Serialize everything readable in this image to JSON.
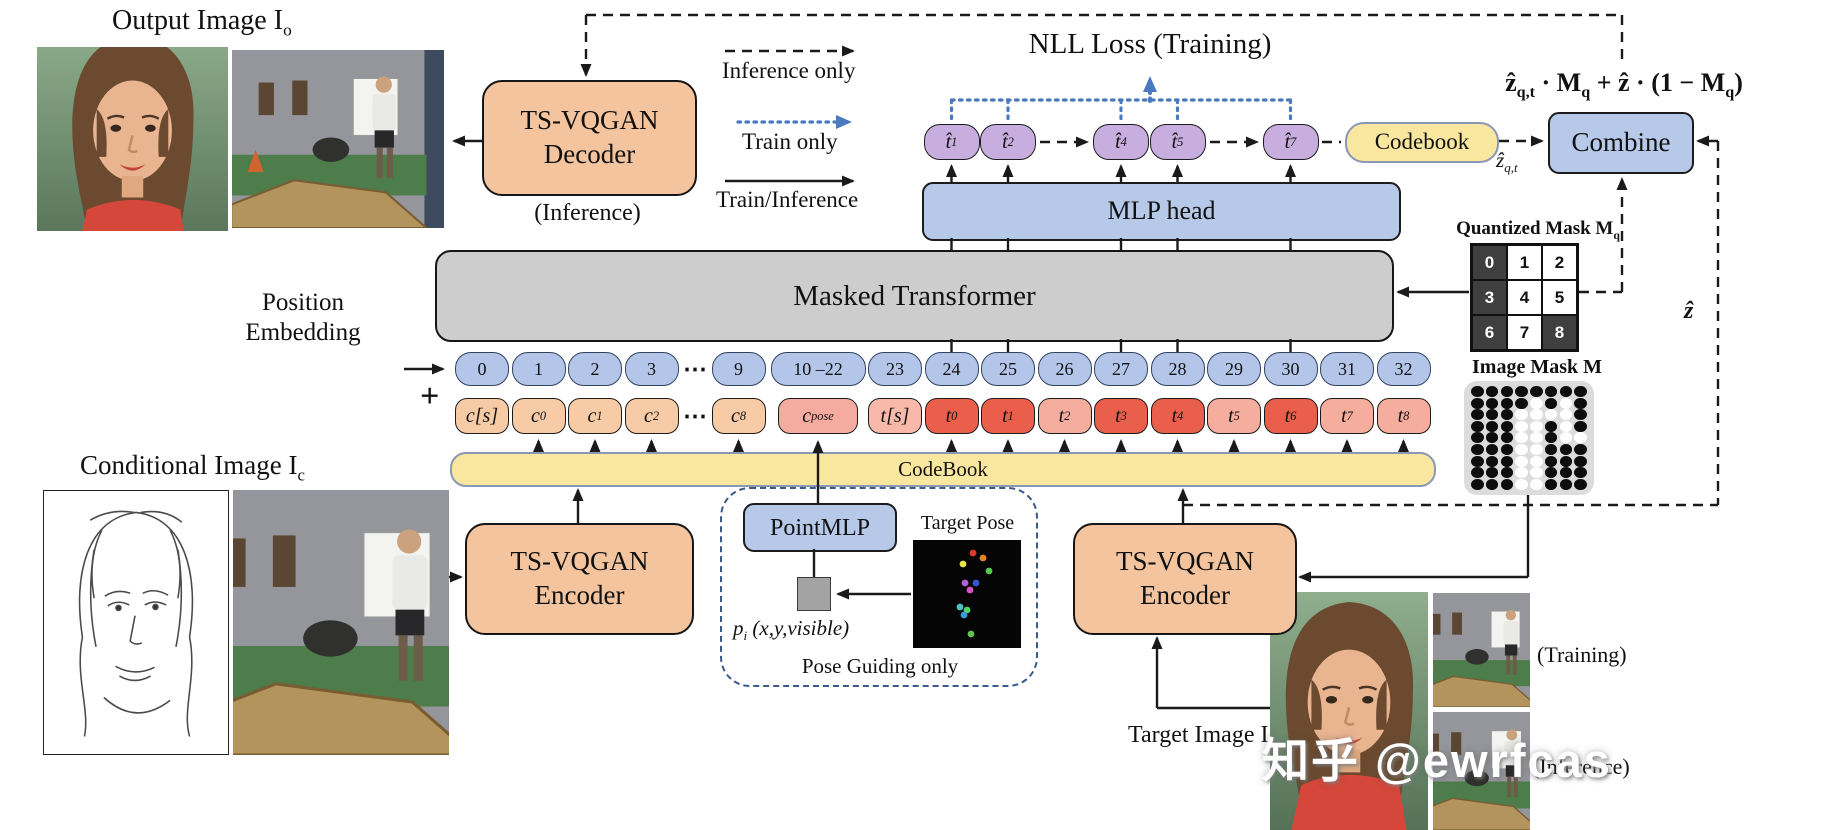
{
  "legend": {
    "inference_only": "Inference only",
    "train_only": "Train only",
    "train_inference": "Train/Inference"
  },
  "top_left": {
    "output_label": "Output Image I~o~",
    "decoder_line1": "TS-VQGAN",
    "decoder_line2": "Decoder",
    "decoder_caption": "(Inference)"
  },
  "loss": {
    "nll": "NLL Loss (Training)"
  },
  "combine_area": {
    "formula": "ẑ~q,t~ · M~q~ + ẑ · (1 − M~q~)",
    "codebook_pill": "Codebook",
    "combine": "Combine",
    "z_qt": "ẑ~q,t~",
    "z_hat": "ẑ"
  },
  "predicted_tokens": [
    "t̂~1~",
    "t̂~2~",
    "t̂~4~",
    "t̂~5~",
    "t̂~7~"
  ],
  "mlp_head": "MLP head",
  "transformer": "Masked Transformer",
  "position_row": {
    "label_line1": "Position",
    "label_line2": "Embedding",
    "plus": "+",
    "pills": [
      "0",
      "1",
      "2",
      "3",
      "⋯",
      "9",
      "10 –22",
      "23",
      "24",
      "25",
      "26",
      "27",
      "28",
      "29",
      "30",
      "31",
      "32"
    ]
  },
  "token_row": {
    "tokens": [
      {
        "label": "c[s]",
        "masked": false
      },
      {
        "label": "c~0~",
        "masked": false
      },
      {
        "label": "c~1~",
        "masked": false
      },
      {
        "label": "c~2~",
        "masked": false
      },
      {
        "label": "⋯",
        "masked": false
      },
      {
        "label": "c~8~",
        "masked": false
      },
      {
        "label": "c~pose~",
        "masked": false
      },
      {
        "label": "t[s]",
        "masked": false
      },
      {
        "label": "t~0~",
        "masked": true
      },
      {
        "label": "t~1~",
        "masked": true
      },
      {
        "label": "t~2~",
        "masked": false
      },
      {
        "label": "t~3~",
        "masked": true
      },
      {
        "label": "t~4~",
        "masked": true
      },
      {
        "label": "t~5~",
        "masked": false
      },
      {
        "label": "t~6~",
        "masked": true
      },
      {
        "label": "t~7~",
        "masked": false
      },
      {
        "label": "t~8~",
        "masked": false
      }
    ]
  },
  "codebook_bar": "CodeBook",
  "quantized_mask": {
    "title": "Quantized Mask M~q~",
    "cells": [
      {
        "v": "0",
        "dark": true
      },
      {
        "v": "1",
        "dark": false
      },
      {
        "v": "2",
        "dark": false
      },
      {
        "v": "3",
        "dark": true
      },
      {
        "v": "4",
        "dark": false
      },
      {
        "v": "5",
        "dark": false
      },
      {
        "v": "6",
        "dark": true
      },
      {
        "v": "7",
        "dark": false
      },
      {
        "v": "8",
        "dark": true
      }
    ]
  },
  "image_mask": {
    "title": "Image Mask M",
    "rows": [
      "00000000",
      "00001010",
      "00011110",
      "00011010",
      "00011011",
      "00011000",
      "00011000",
      "00011000",
      "00011000"
    ]
  },
  "pose_module": {
    "pointmlp": "PointMLP",
    "target_pose_label": "Target Pose",
    "point_label": "p~i~ (x,y,visible)",
    "caption": "Pose Guiding only"
  },
  "bottom_left": {
    "label": "Conditional Image I~c~",
    "encoder_line1": "TS-VQGAN",
    "encoder_line2": "Encoder"
  },
  "bottom_right": {
    "encoder_line1": "TS-VQGAN",
    "encoder_line2": "Encoder",
    "target_label": "Target Image I~t~",
    "training": "(Training)",
    "inference": "(Inference)",
    "watermark": "知乎 @ewrfcas"
  },
  "colors": {
    "masked_token": "#e95f4b",
    "unmasked_token": "#f5ad9d",
    "condition_token": "#f6cba5",
    "predicted_token": "#c7aede",
    "box_blue": "#b7c9e9",
    "box_orange": "#f4c49e",
    "codebook_yellow": "#f9e7a0",
    "train_arrow_blue": "#4a79c0"
  }
}
